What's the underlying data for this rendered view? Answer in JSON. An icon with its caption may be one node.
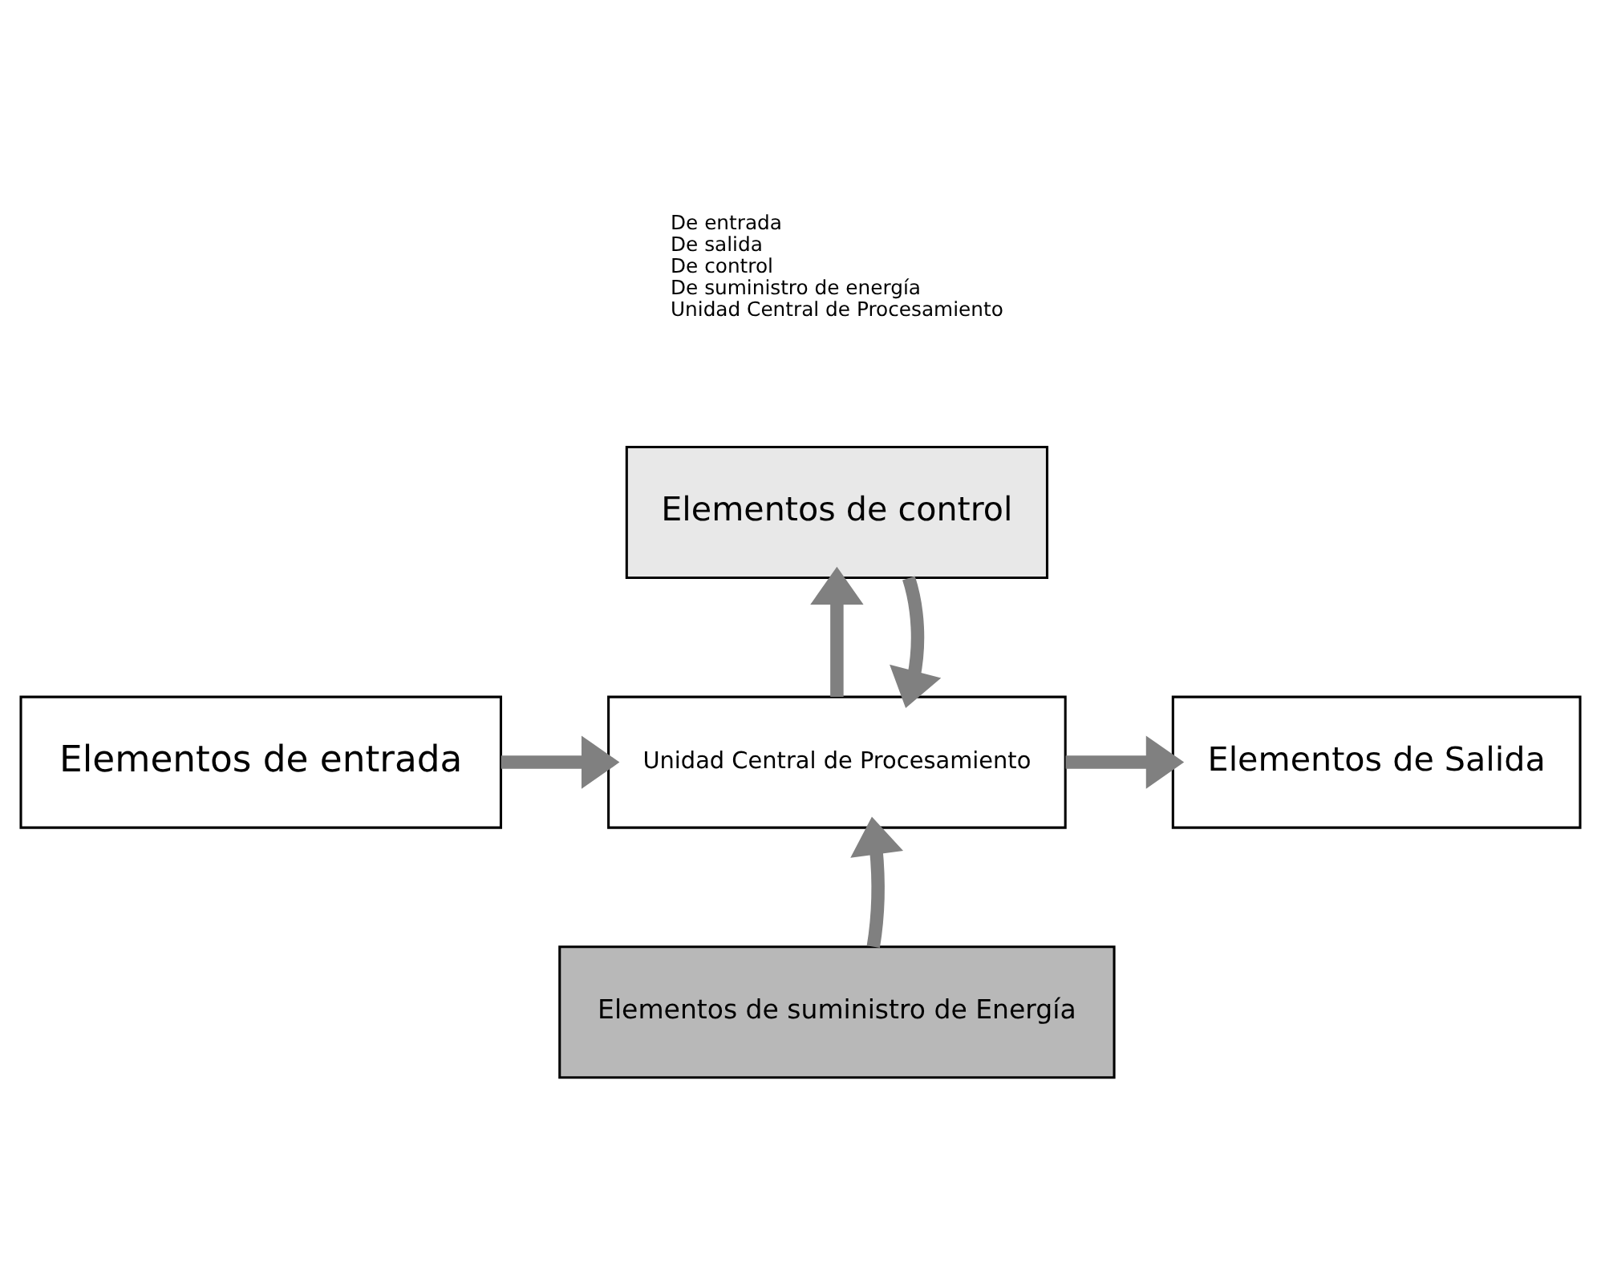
{
  "diagram": {
    "nodes": [
      {
        "text": [
          "Elementos de control"
        ]
      },
      {
        "text": [
          "Elementos de entrada"
        ]
      },
      {
        "text": [
          "Unidad Central de Procesamiento"
        ]
      },
      {
        "text": [
          "Elementos de Salida"
        ]
      },
      {
        "text": [
          "Elementos de suministro de Energía"
        ]
      }
    ],
    "edges": [
      {
        "from": 2,
        "to": 0,
        "arrow": "to"
      },
      {
        "from": 0,
        "to": 2,
        "arrow": "to"
      },
      {
        "from": 1,
        "to": 2,
        "arrow": "to"
      },
      {
        "from": 2,
        "to": 3,
        "arrow": "to"
      },
      {
        "from": 4,
        "to": 2,
        "arrow": "to"
      }
    ],
    "labels": [
      "De entrada",
      "De salida",
      "De control",
      "De suministro de energía",
      "Unidad Central de Procesamiento"
    ]
  }
}
